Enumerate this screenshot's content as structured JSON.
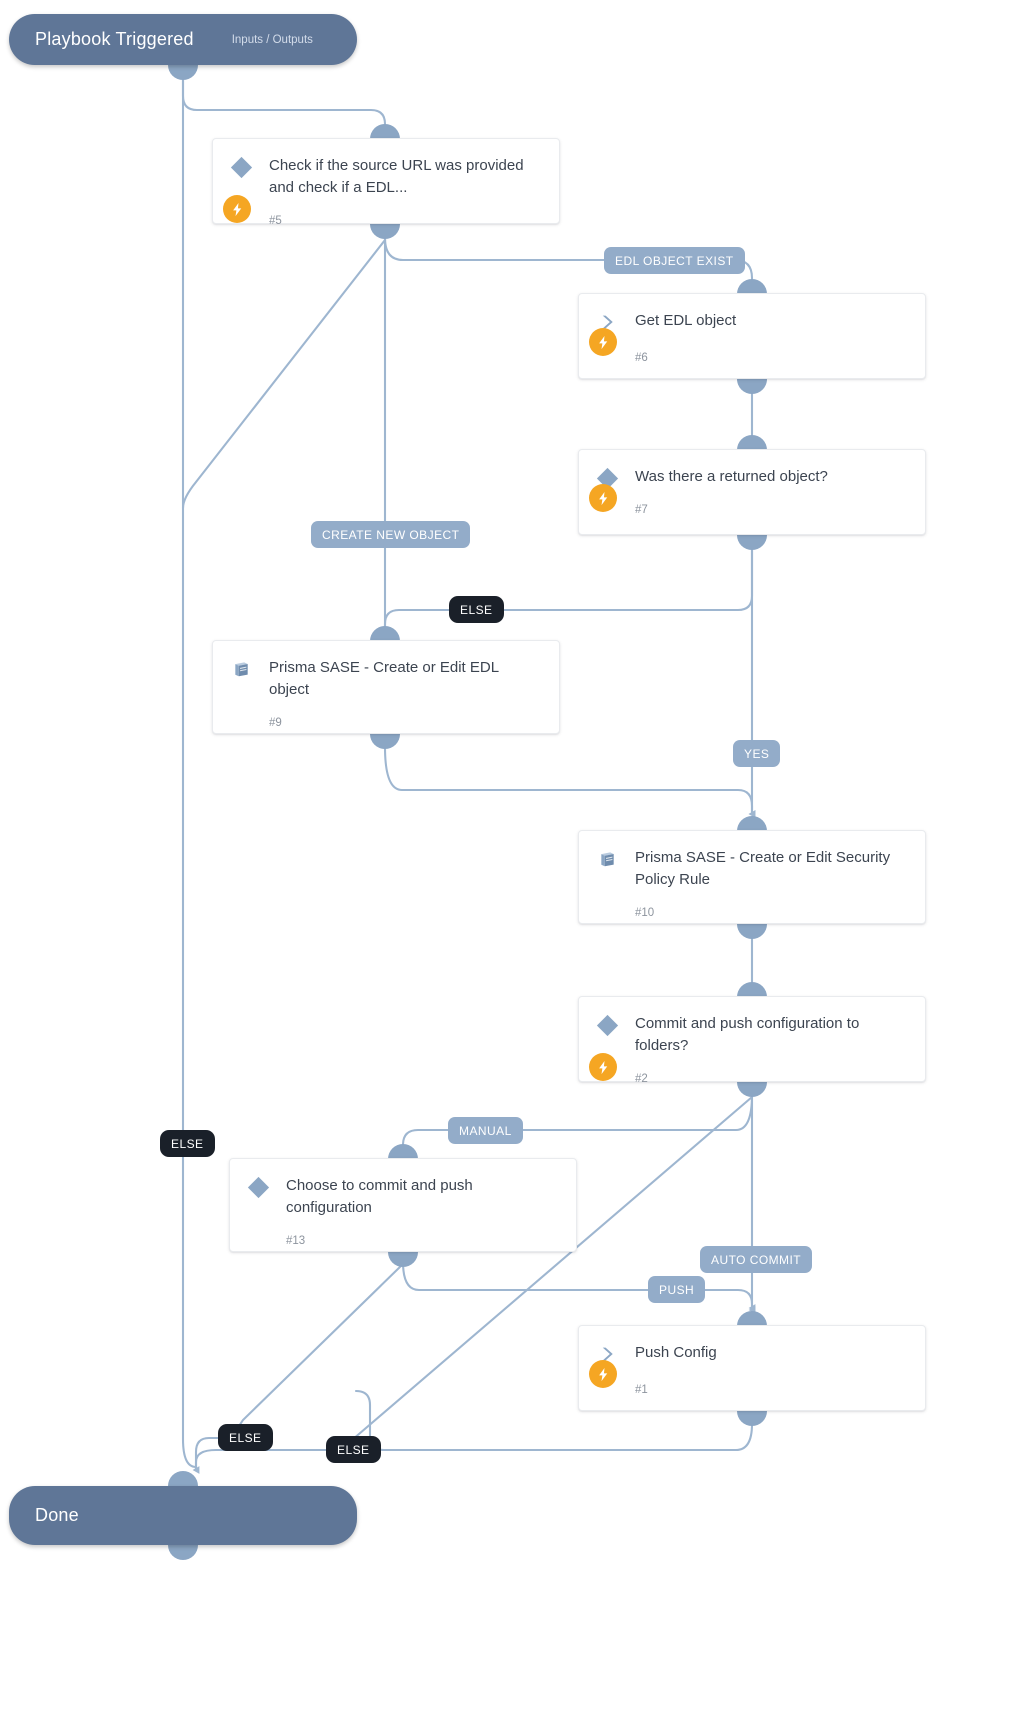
{
  "diagram": {
    "type": "playbook-workflow",
    "colors": {
      "terminal": "#5f7697",
      "node_accent": "#8ba6c4",
      "edge": "#9eb6d0",
      "label_blue": "#93acc9",
      "label_dark": "#1a2029",
      "bolt": "#f5a623",
      "card_text": "#3c4450",
      "card_number": "#8d949e",
      "background": "#ffffff"
    }
  },
  "start": {
    "title": "Playbook Triggered",
    "subtitle": "Inputs / Outputs"
  },
  "end": {
    "title": "Done"
  },
  "nodes": [
    {
      "id": "n5",
      "title": "Check if the source URL was provided and check if a EDL...",
      "number": "#5",
      "icon": "conditional-diamond-icon",
      "has_bolt": true
    },
    {
      "id": "n6",
      "title": "Get EDL object",
      "number": "#6",
      "icon": "command-chevron-icon",
      "has_bolt": true
    },
    {
      "id": "n7",
      "title": "Was there a returned object?",
      "number": "#7",
      "icon": "conditional-diamond-icon",
      "has_bolt": true
    },
    {
      "id": "n9",
      "title": "Prisma SASE - Create or Edit EDL object",
      "number": "#9",
      "icon": "sub-playbook-book-icon",
      "has_bolt": false
    },
    {
      "id": "n10",
      "title": "Prisma SASE - Create or Edit Security Policy Rule",
      "number": "#10",
      "icon": "sub-playbook-book-icon",
      "has_bolt": false
    },
    {
      "id": "n2",
      "title": "Commit and push configuration to folders?",
      "number": "#2",
      "icon": "conditional-diamond-icon",
      "has_bolt": true
    },
    {
      "id": "n13",
      "title": "Choose to commit and push configuration",
      "number": "#13",
      "icon": "conditional-diamond-icon",
      "has_bolt": false
    },
    {
      "id": "n1",
      "title": "Push Config",
      "number": "#1",
      "icon": "command-chevron-icon",
      "has_bolt": true
    }
  ],
  "edge_labels": [
    {
      "id": "l-edl-exist",
      "text": "EDL OBJECT EXIST",
      "style": "blue"
    },
    {
      "id": "l-create-new",
      "text": "CREATE NEW OBJECT",
      "style": "blue"
    },
    {
      "id": "l-else-7",
      "text": "ELSE",
      "style": "dark"
    },
    {
      "id": "l-yes",
      "text": "YES",
      "style": "blue"
    },
    {
      "id": "l-else-5",
      "text": "ELSE",
      "style": "dark"
    },
    {
      "id": "l-manual",
      "text": "MANUAL",
      "style": "blue"
    },
    {
      "id": "l-auto-commit",
      "text": "AUTO COMMIT",
      "style": "blue"
    },
    {
      "id": "l-push",
      "text": "PUSH",
      "style": "blue"
    },
    {
      "id": "l-else-13",
      "text": "ELSE",
      "style": "dark"
    },
    {
      "id": "l-else-2",
      "text": "ELSE",
      "style": "dark"
    }
  ]
}
